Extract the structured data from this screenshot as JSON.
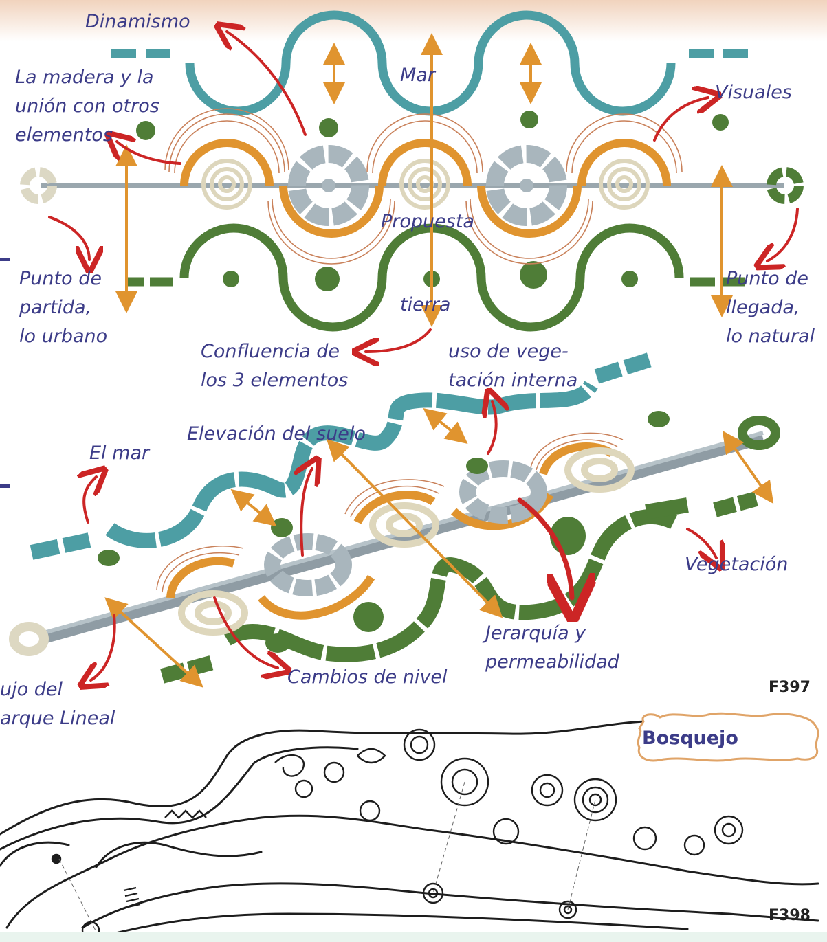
{
  "colors": {
    "sea": "#4d9ea4",
    "land": "#4f7d37",
    "wood": "#e0942f",
    "arrow_red": "#cc2525",
    "label": "#3c3c88",
    "hub": "#a9b6bd",
    "ring": "#ddd6bc"
  },
  "top_diagram": {
    "labels": {
      "dinamismo": "Dinamismo",
      "madera_1": "La madera y la",
      "madera_2": "unión con otros",
      "madera_3": "elementos",
      "mar": "Mar",
      "visuales": "Visuales",
      "propuesta": "Propuesta",
      "tierra": "tierra",
      "partida_1": "Punto de",
      "partida_2": "partida,",
      "partida_3": "lo urbano",
      "llegada_1": "Punto de",
      "llegada_2": "llegada,",
      "llegada_3": "lo natural",
      "confluencia_1": "Confluencia de",
      "confluencia_2": "los 3 elementos",
      "vegetacion_interna_1": "uso  de  vege-",
      "vegetacion_interna_2": "tación interna"
    }
  },
  "iso_diagram": {
    "labels": {
      "elevacion": "Elevación del suelo",
      "el_mar": "El mar",
      "vegetacion": "Vegetación",
      "jerarquia_1": "Jerarquía y",
      "jerarquia_2": "permeabilidad",
      "cambios": "Cambios de nivel",
      "dibujo_1": "ujo del",
      "dibujo_2": "arque Lineal"
    },
    "figure_id": "F397"
  },
  "sketch": {
    "badge": "Bosquejo",
    "figure_id": "F398"
  }
}
